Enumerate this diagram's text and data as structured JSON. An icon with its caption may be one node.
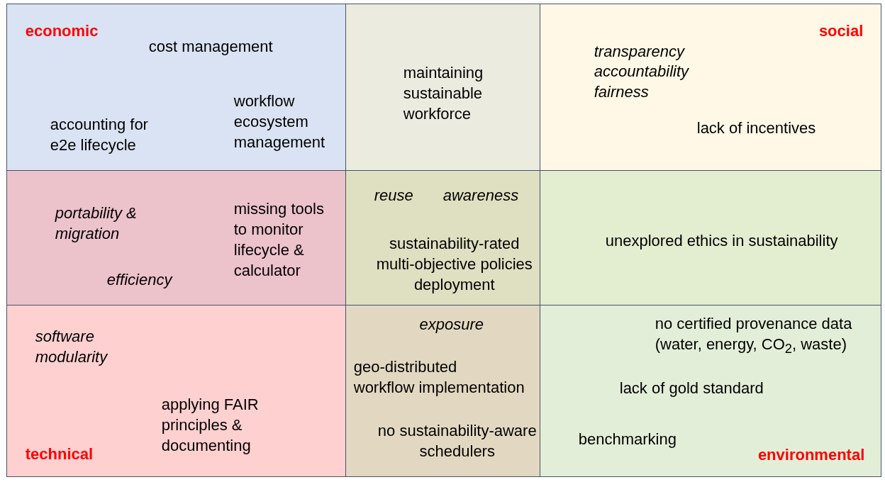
{
  "diagram": {
    "nodes": [
      {
        "text": [
          "economic",
          "cost management",
          "accounting for e2e lifecycle",
          "workflow ecosystem management"
        ]
      },
      {
        "text": [
          "maintaining sustainable workforce"
        ]
      },
      {
        "text": [
          "social",
          "transparency",
          "accountability",
          "fairness",
          "lack of incentives"
        ]
      },
      {
        "text": [
          "portability & migration",
          "missing tools to monitor lifecycle & calculator",
          "efficiency"
        ]
      },
      {
        "text": [
          "reuse",
          "awareness",
          "sustainability-rated multi-objective policies deployment"
        ]
      },
      {
        "text": [
          "unexplored ethics in sustainability"
        ]
      },
      {
        "text": [
          "software modularity",
          "applying FAIR principles & documenting",
          "technical"
        ]
      },
      {
        "text": [
          "exposure",
          "geo-distributed workflow implementation",
          "no sustainability-aware schedulers"
        ]
      },
      {
        "text": [
          "no certified provenance data (water, energy, CO$_{2}$, waste)",
          "lack of gold standard",
          "benchmarking",
          "environmental"
        ]
      }
    ],
    "edges": []
  }
}
